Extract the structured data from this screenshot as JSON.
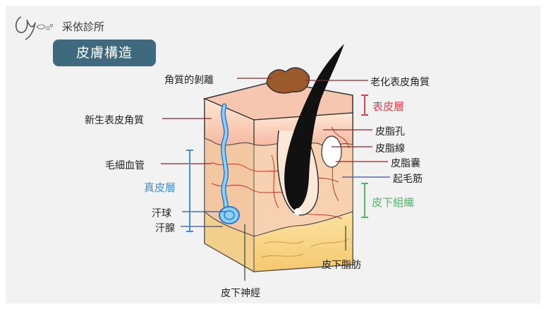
{
  "header": {
    "clinic_name": "采依診所",
    "title": "皮膚構造"
  },
  "labels": {
    "stratum_corneum_shedding": "角質的剝離",
    "aged_corneum": "老化表皮角質",
    "epidermis": "表皮層",
    "new_corneum": "新生表皮角質",
    "pore": "皮脂孔",
    "sebaceous_gland": "皮脂線",
    "sebaceous_capsule": "皮脂囊",
    "arrector_pili": "起毛筋",
    "capillary": "毛細血管",
    "dermis": "真皮層",
    "subcutaneous": "皮下組織",
    "sweat_ball": "汗球",
    "sweat_gland": "汗腺",
    "subcutaneous_fat": "皮下脂肪",
    "subcutaneous_nerve": "皮下神經"
  },
  "colors": {
    "title_badge": "#3f6a7e",
    "epidermis": "#e0414e",
    "dermis": "#3d8fd0",
    "subcutaneous": "#56b26a"
  }
}
